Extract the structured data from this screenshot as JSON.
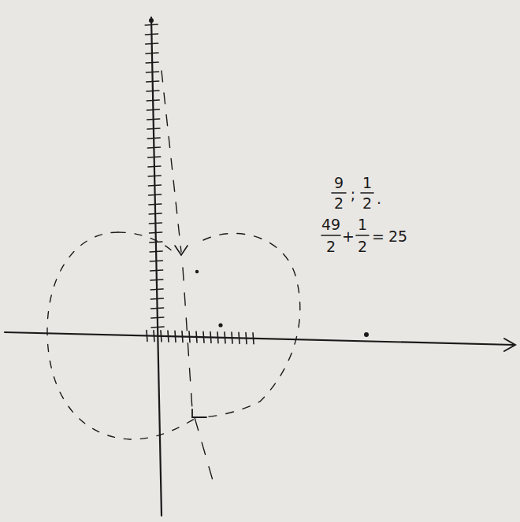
{
  "diagram": {
    "labels": [
      "9",
      "2",
      ";",
      "1",
      "2",
      ".",
      "49",
      "2",
      "+",
      "1",
      "2",
      "=",
      "25"
    ]
  }
}
